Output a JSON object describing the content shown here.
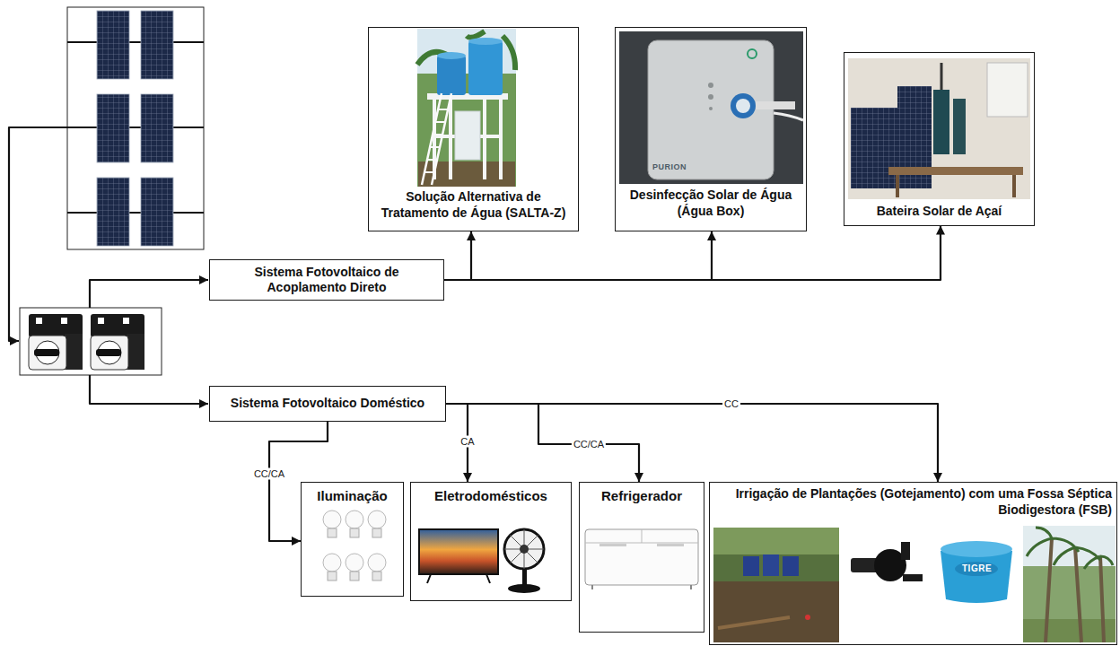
{
  "diagram": {
    "nodes": [
      {
        "text": [
          "Solução Alternativa de Tratamento de Água (SALTA-Z)"
        ]
      },
      {
        "text": [
          "Desinfecção Solar de Água (Água Box)"
        ]
      },
      {
        "text": [
          "Bateira Solar de Açaí"
        ]
      },
      {
        "text": [
          "Sistema Fotovoltaico de Acoplamento Direto"
        ]
      },
      {
        "text": [
          "Sistema Fotovoltaico Doméstico"
        ]
      },
      {
        "text": [
          "Iluminação"
        ]
      },
      {
        "text": [
          "Eletrodomésticos"
        ]
      },
      {
        "text": [
          "Refrigerador"
        ]
      },
      {
        "text": [
          "Irrigação de Plantações (Gotejamento) com uma Fossa Séptica Biodigestora (FSB)"
        ]
      }
    ],
    "edges": [
      {
        "from": 3,
        "to": 0,
        "arrow": "to"
      },
      {
        "from": 3,
        "to": 1,
        "arrow": "to"
      },
      {
        "from": 3,
        "to": 2,
        "arrow": "to"
      },
      {
        "from": 4,
        "to": 5,
        "label": "CC/CA",
        "arrow": "to"
      },
      {
        "from": 4,
        "to": 6,
        "label": "CA",
        "arrow": "to"
      },
      {
        "from": 4,
        "to": 7,
        "label": "CC/CA",
        "arrow": "to"
      },
      {
        "from": 4,
        "to": 8,
        "label": "CC",
        "arrow": "to"
      }
    ],
    "labels": [
      "PURION",
      "TIGRE"
    ]
  }
}
